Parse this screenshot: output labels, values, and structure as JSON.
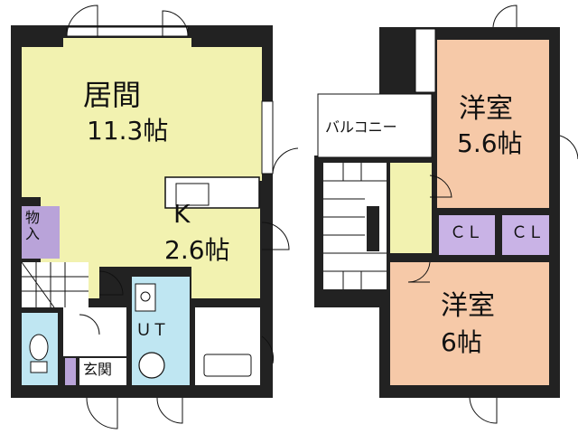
{
  "floors": [
    {
      "rooms": [
        {
          "name": "living",
          "label": "居間",
          "size": "11.3帖",
          "color": "#f2f2b0"
        },
        {
          "name": "kitchen",
          "label": "K",
          "size": "2.6帖",
          "color": "#f2f2b0"
        },
        {
          "name": "storage",
          "label": "物入",
          "color": "#b9a3d9"
        },
        {
          "name": "utility",
          "label": "ＵＴ",
          "color": "#bfe6f2"
        },
        {
          "name": "entrance",
          "label": "玄関",
          "color": "#ffffff"
        }
      ]
    },
    {
      "rooms": [
        {
          "name": "balcony",
          "label": "バルコニー",
          "color": "#ffffff"
        },
        {
          "name": "western-room-1",
          "label": "洋室",
          "size": "5.6帖",
          "color": "#f6c9a8"
        },
        {
          "name": "closet-1",
          "label": "ＣＬ",
          "color": "#c9b3e6"
        },
        {
          "name": "closet-2",
          "label": "ＣＬ",
          "color": "#c9b3e6"
        },
        {
          "name": "western-room-2",
          "label": "洋室",
          "size": "6帖",
          "color": "#f6c9a8"
        }
      ]
    }
  ],
  "colors": {
    "wall": "#111111",
    "stairs": "#ffffff",
    "bath": "#ffffff"
  }
}
